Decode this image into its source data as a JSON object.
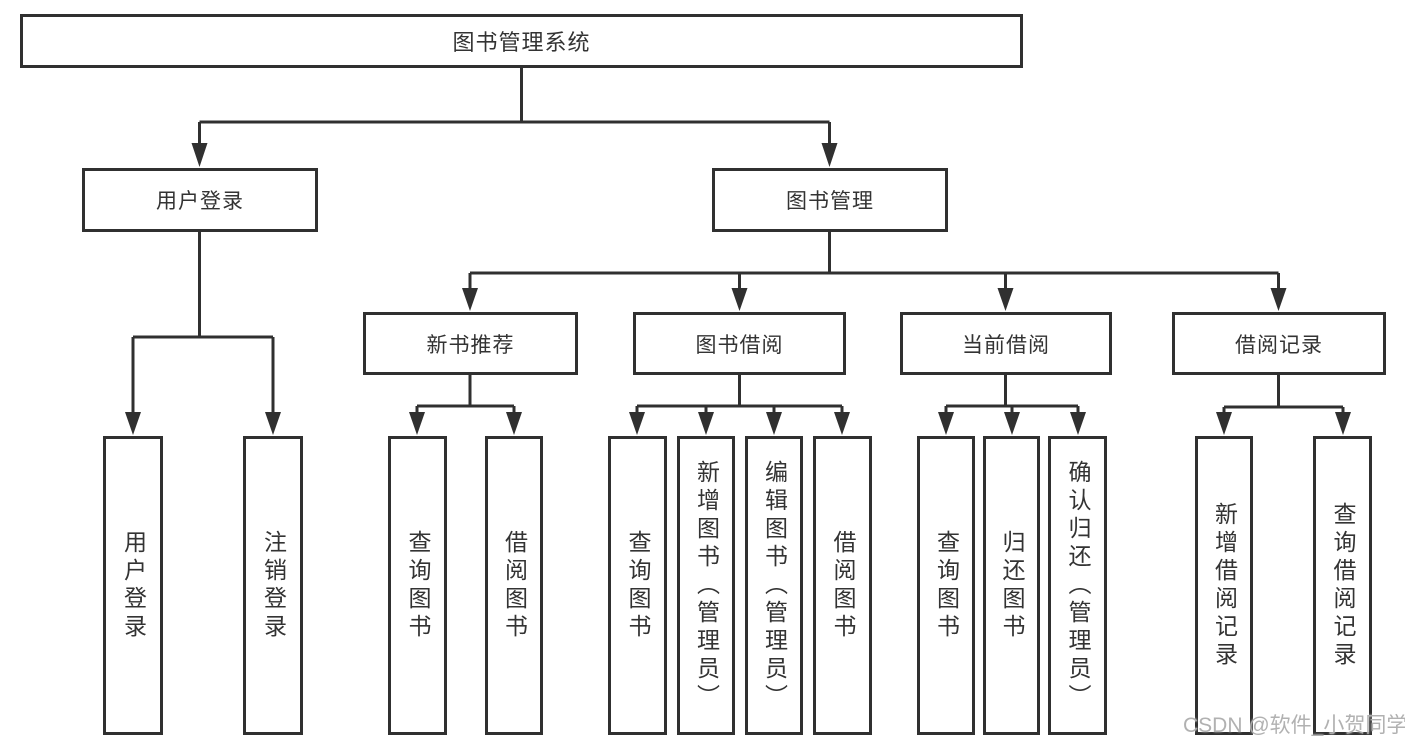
{
  "title": {
    "label": "图书管理系统"
  },
  "branches": {
    "user_login": {
      "label": "用户登录",
      "children": {
        "login": "用户登录",
        "logout": "注销登录"
      }
    },
    "book_mgmt": {
      "label": "图书管理",
      "children": {
        "new_book": {
          "label": "新书推荐",
          "children": {
            "query": "查询图书",
            "borrow": "借阅图书"
          }
        },
        "book_borrow": {
          "label": "图书借阅",
          "children": {
            "query": "查询图书",
            "add": "新增图书（管理员）",
            "edit": "编辑图书（管理员）",
            "borrow": "借阅图书"
          }
        },
        "current_borrow": {
          "label": "当前借阅",
          "children": {
            "query": "查询图书",
            "return": "归还图书",
            "confirm": "确认归还（管理员）"
          }
        },
        "borrow_record": {
          "label": "借阅记录",
          "children": {
            "add": "新增借阅记录",
            "query": "查询借阅记录"
          }
        }
      }
    }
  },
  "watermark": "CSDN @软件_小贺同学",
  "colors": {
    "line": "#303030",
    "box_border": "#303030",
    "box_bg": "#ffffff",
    "text": "#333333",
    "watermark": "#adadad"
  }
}
